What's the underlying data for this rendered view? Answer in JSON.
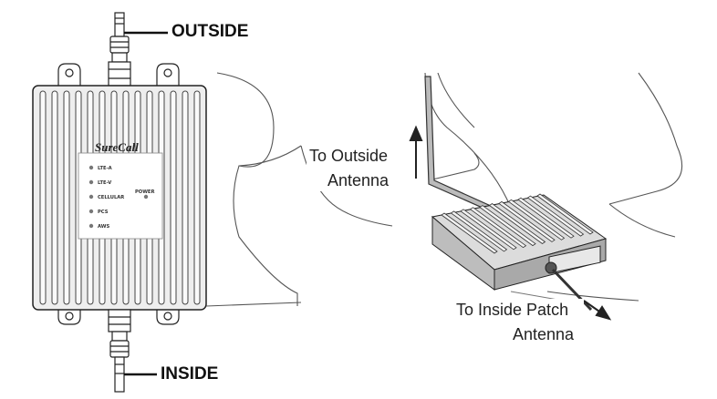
{
  "left_figure": {
    "label_top": "OUTSIDE",
    "label_bottom": "INSIDE",
    "brand": "SureCall",
    "led_labels": [
      "LTE-A",
      "LTE-V",
      "CELLULAR",
      "PCS",
      "AWS"
    ],
    "power_label": "POWER"
  },
  "right_figure": {
    "outside_label_line1": "To Outside",
    "outside_label_line2": "Antenna",
    "inside_label_line1": "To Inside Patch",
    "inside_label_line2": "Antenna"
  }
}
